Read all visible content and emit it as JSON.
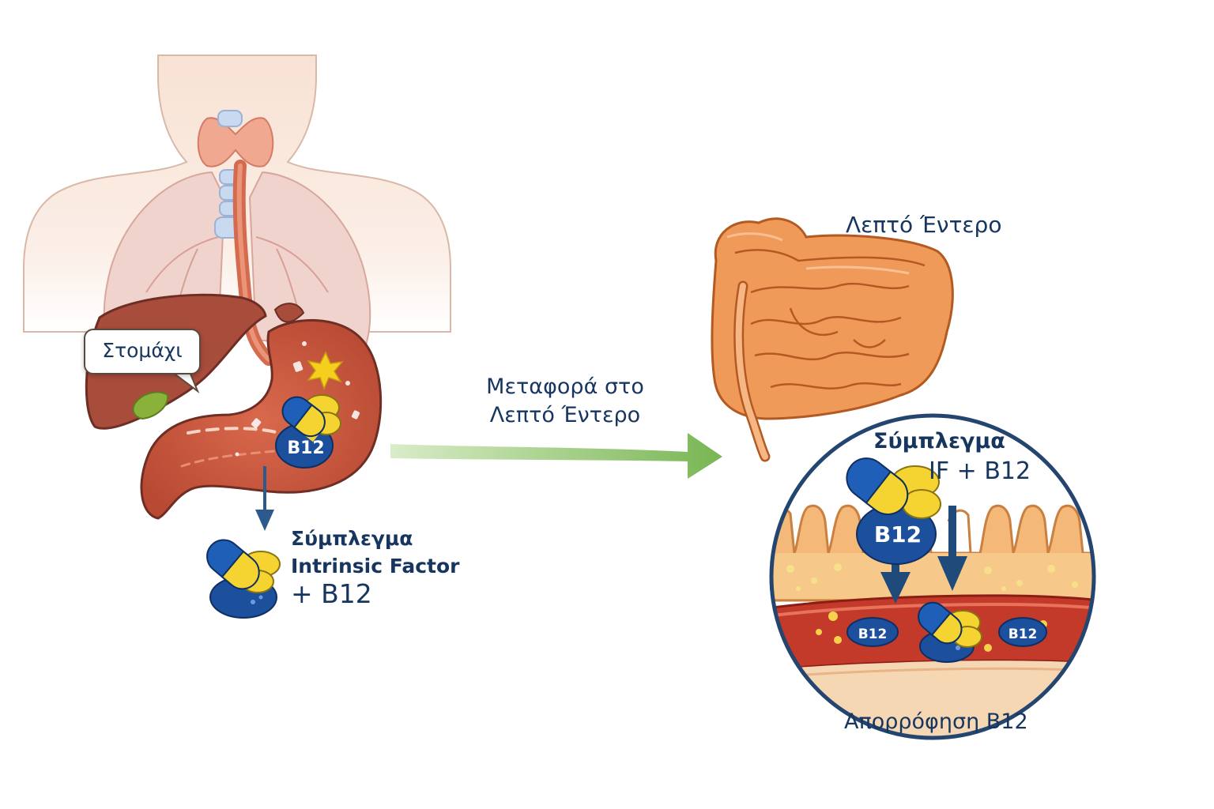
{
  "labels": {
    "stomach": "Στομάχι",
    "stomach_complex_line1": "Σύμπλεγμα",
    "stomach_complex_line2": "Intrinsic Factor",
    "stomach_complex_line3": "+ B12",
    "transport_line1": "Μεταφορά στο",
    "transport_line2": "Λεπτό Έντερο",
    "small_intestine": "Λεπτό Έντερο",
    "complex_right_line1": "Σύμπλεγμα",
    "complex_right_line2": "IF + B12",
    "absorption": "Απορρόφηση B12"
  },
  "pill_labels": {
    "b12": "B12"
  },
  "colors": {
    "text": "#17365f",
    "skin": "#f8e4d6",
    "lungs": "#efcfcb",
    "liver": "#a54a3c",
    "stomach": "#c8553d",
    "intestine": "#f0a060",
    "capsule_blue": "#1f5fb8",
    "capsule_yellow": "#f5d431",
    "arrow_green": "#7cb85a",
    "arrow_blue": "#2d5a8c",
    "vessel": "#c43a2a"
  }
}
